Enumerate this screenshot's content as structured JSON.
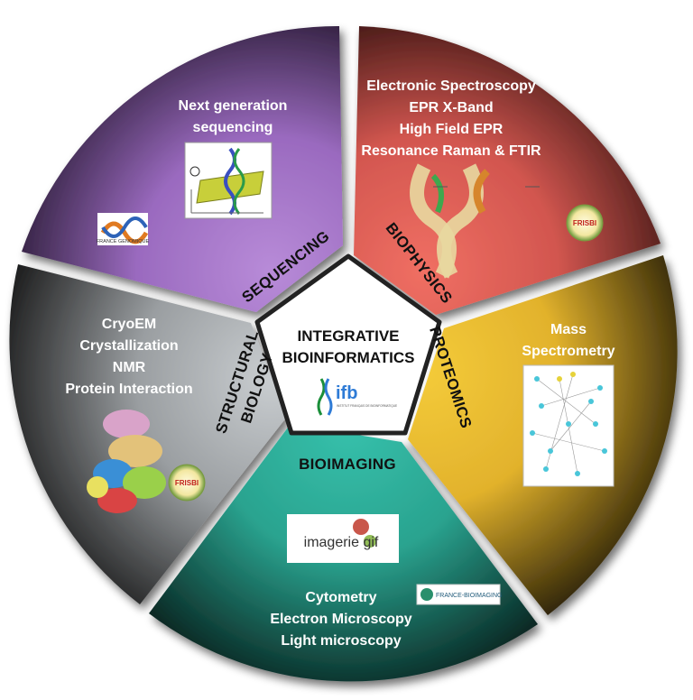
{
  "center": {
    "title_line1": "INTEGRATIVE",
    "title_line2": "BIOINFORMATICS",
    "logo_text": "ifb",
    "logo_subtext": "INSTITUT FRANÇAIS DE BIOINFORMATIQUE"
  },
  "sections": {
    "sequencing": {
      "label": "SEQUENCING",
      "items": [
        "Next generation",
        "sequencing"
      ],
      "logo_text": "FRANCE GENOMIQUE",
      "color": "#a575c8"
    },
    "biophysics": {
      "label": "BIOPHYSICS",
      "items": [
        "Electronic Spectroscopy",
        "EPR X-Band",
        "High Field EPR",
        "Resonance Raman & FTIR"
      ],
      "logo_text": "FRISBI",
      "color": "#e0625a"
    },
    "proteomics": {
      "label": "PROTEOMICS",
      "items": [
        "Mass",
        "Spectrometry"
      ],
      "color": "#f0c431"
    },
    "bioimaging": {
      "label": "BIOIMAGING",
      "items": [
        "Cytometry",
        "Electron Microscopy",
        "Light microscopy"
      ],
      "logo_text": "imagerie gif",
      "logo2_text": "FRANCE-BIOIMAGING",
      "color": "#2fb6a2"
    },
    "structural": {
      "label_line1": "STRUCTURAL",
      "label_line2": "BIOLOGY",
      "items": [
        "CryoEM",
        "Crystallization",
        "NMR",
        "Protein Interaction"
      ],
      "logo_text": "FRISBI",
      "color": "#b7bcbf"
    }
  }
}
